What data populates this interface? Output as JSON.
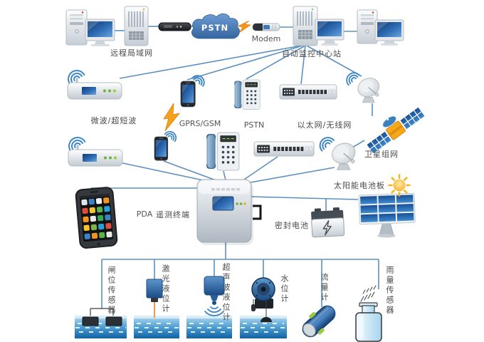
{
  "diagram": {
    "top_row": {
      "remote_lan_label": "远程局域网",
      "pstn_cloud_label": "PSTN",
      "modem_label": "Modem",
      "center_station_label": "自动监控中心站"
    },
    "comm_layer": {
      "microwave_label": "微波/超短波",
      "gprs_label": "GPRS/GSM",
      "pstn_label": "PSTN",
      "ethernet_label": "以太网/无线网",
      "satellite_label": "卫星组网"
    },
    "field_station": {
      "pda_label": "PDA",
      "terminal_label": "遥测终端",
      "battery_label": "密封电池",
      "solar_panel_label": "太阳能电池板"
    },
    "sensors": {
      "gate_label": "闸位传感器",
      "laser_label": "激光液位计",
      "ultrasonic_label": "超声波液位计",
      "water_level_label": "水位计",
      "flow_label": "流量计",
      "rain_label": "雨量传感器"
    },
    "colors": {
      "connection_line": "#5e90bf",
      "cloud_blue": "#4577b5",
      "accent_orange": "#f7941d",
      "water_blue": "#1470b4",
      "label_text": "#4a4a4a"
    }
  }
}
